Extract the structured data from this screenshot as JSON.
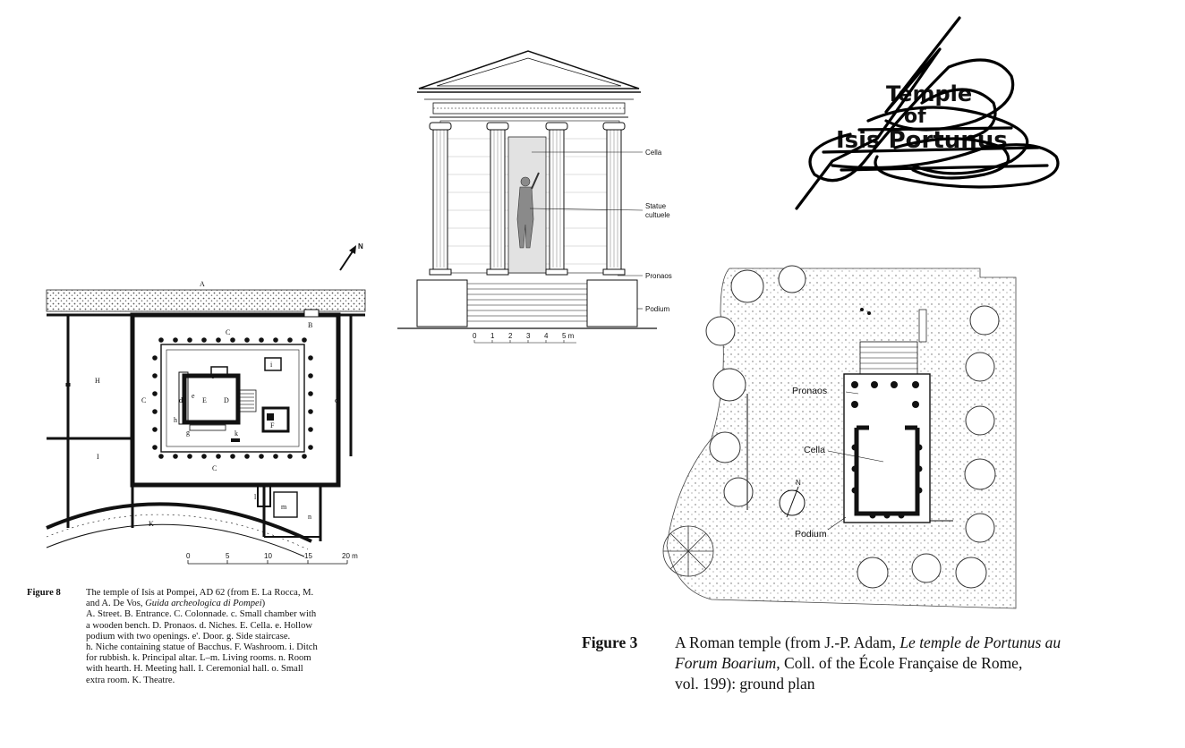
{
  "figure8": {
    "plan_labels": {
      "north": "N",
      "street": "A",
      "entrance": "B",
      "colonnade_top": "C",
      "colonnade_left": "C",
      "colonnade_bottom": "C",
      "chamber": "c",
      "pronaos": "D",
      "niche": "d",
      "cella": "E",
      "hollow": "e",
      "door": "e'",
      "stair": "g",
      "niche_bacchus": "h",
      "washroom": "F",
      "ditch": "i",
      "altar": "k",
      "living": "l",
      "room_hearth": "m",
      "meeting_hall": "H",
      "ceremonial_hall": "I",
      "extra_room": "n",
      "theatre": "K"
    },
    "scale_ticks": [
      "0",
      "5",
      "10",
      "15",
      "20 m"
    ],
    "caption_label": "Figure 8",
    "caption_lines": [
      {
        "pre": "The temple of Isis at Pompei, AD 62 (from E. La Rocca, M.",
        "it": "",
        "post": ""
      },
      {
        "pre": "and A. De Vos, ",
        "it": "Guida archeologica di Pompei",
        "post": ")"
      },
      {
        "pre": "A. Street. B. Entrance. C. Colonnade. c. Small chamber with",
        "it": "",
        "post": ""
      },
      {
        "pre": "a wooden bench. D. Pronaos. d. Niches. E. Cella. e. Hollow",
        "it": "",
        "post": ""
      },
      {
        "pre": "podium with two openings. e'. Door. g. Side staircase.",
        "it": "",
        "post": ""
      },
      {
        "pre": "h. Niche containing statue of Bacchus. F. Washroom. i. Ditch",
        "it": "",
        "post": ""
      },
      {
        "pre": "for rubbish. k. Principal altar. L–m. Living rooms. n. Room",
        "it": "",
        "post": ""
      },
      {
        "pre": "with hearth. H. Meeting hall. I. Ceremonial hall. o. Small",
        "it": "",
        "post": ""
      },
      {
        "pre": "extra room. K. Theatre.",
        "it": "",
        "post": ""
      }
    ]
  },
  "elevation": {
    "labels": {
      "cella": "Cella",
      "statue_line1": "Statue",
      "statue_line2": "cultuele",
      "pronaos": "Pronaos",
      "podium": "Podium"
    },
    "scale_ticks": [
      "0",
      "1",
      "2",
      "3",
      "4",
      "5 m"
    ]
  },
  "figure3": {
    "plan_labels": {
      "pronaos": "Pronaos",
      "cella": "Cella",
      "podium": "Podium",
      "north": "N"
    },
    "caption_label": "Figure 3",
    "caption_lines": [
      {
        "pre": "A Roman temple (from J.-P. Adam, ",
        "it": "Le temple de Portunus au",
        "post": ""
      },
      {
        "pre": "",
        "it": "Forum Boarium",
        "post": ", Coll. of the École Française de Rome,"
      },
      {
        "pre": "vol. 199): ground plan",
        "it": "",
        "post": ""
      }
    ]
  },
  "scribble": {
    "text_line1": "Temple",
    "text_line2": "of",
    "text_line3": "Isis Portunus"
  }
}
